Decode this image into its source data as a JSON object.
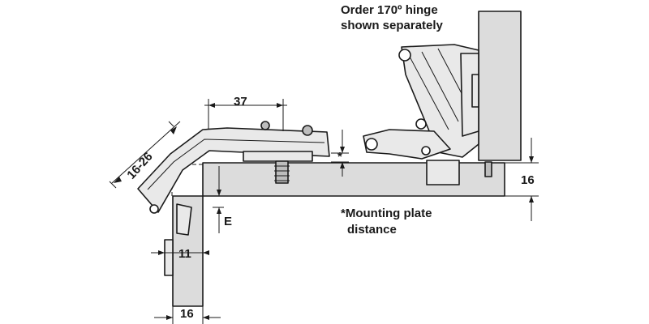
{
  "notes": {
    "order_line1": "Order 170º hinge",
    "order_line2": "shown separately",
    "mounting_line1": "*Mounting plate",
    "mounting_line2": "distance"
  },
  "dimensions": {
    "arm_length": "37",
    "cup_range": "16-26",
    "plate_marker": "*",
    "panel_thickness": "16",
    "overlay": "E",
    "side_offset": "11",
    "side_thickness": "16"
  },
  "colors": {
    "panel": "#dcdcdc",
    "hinge": "#e9e9e9",
    "outline": "#1a1a1a"
  }
}
